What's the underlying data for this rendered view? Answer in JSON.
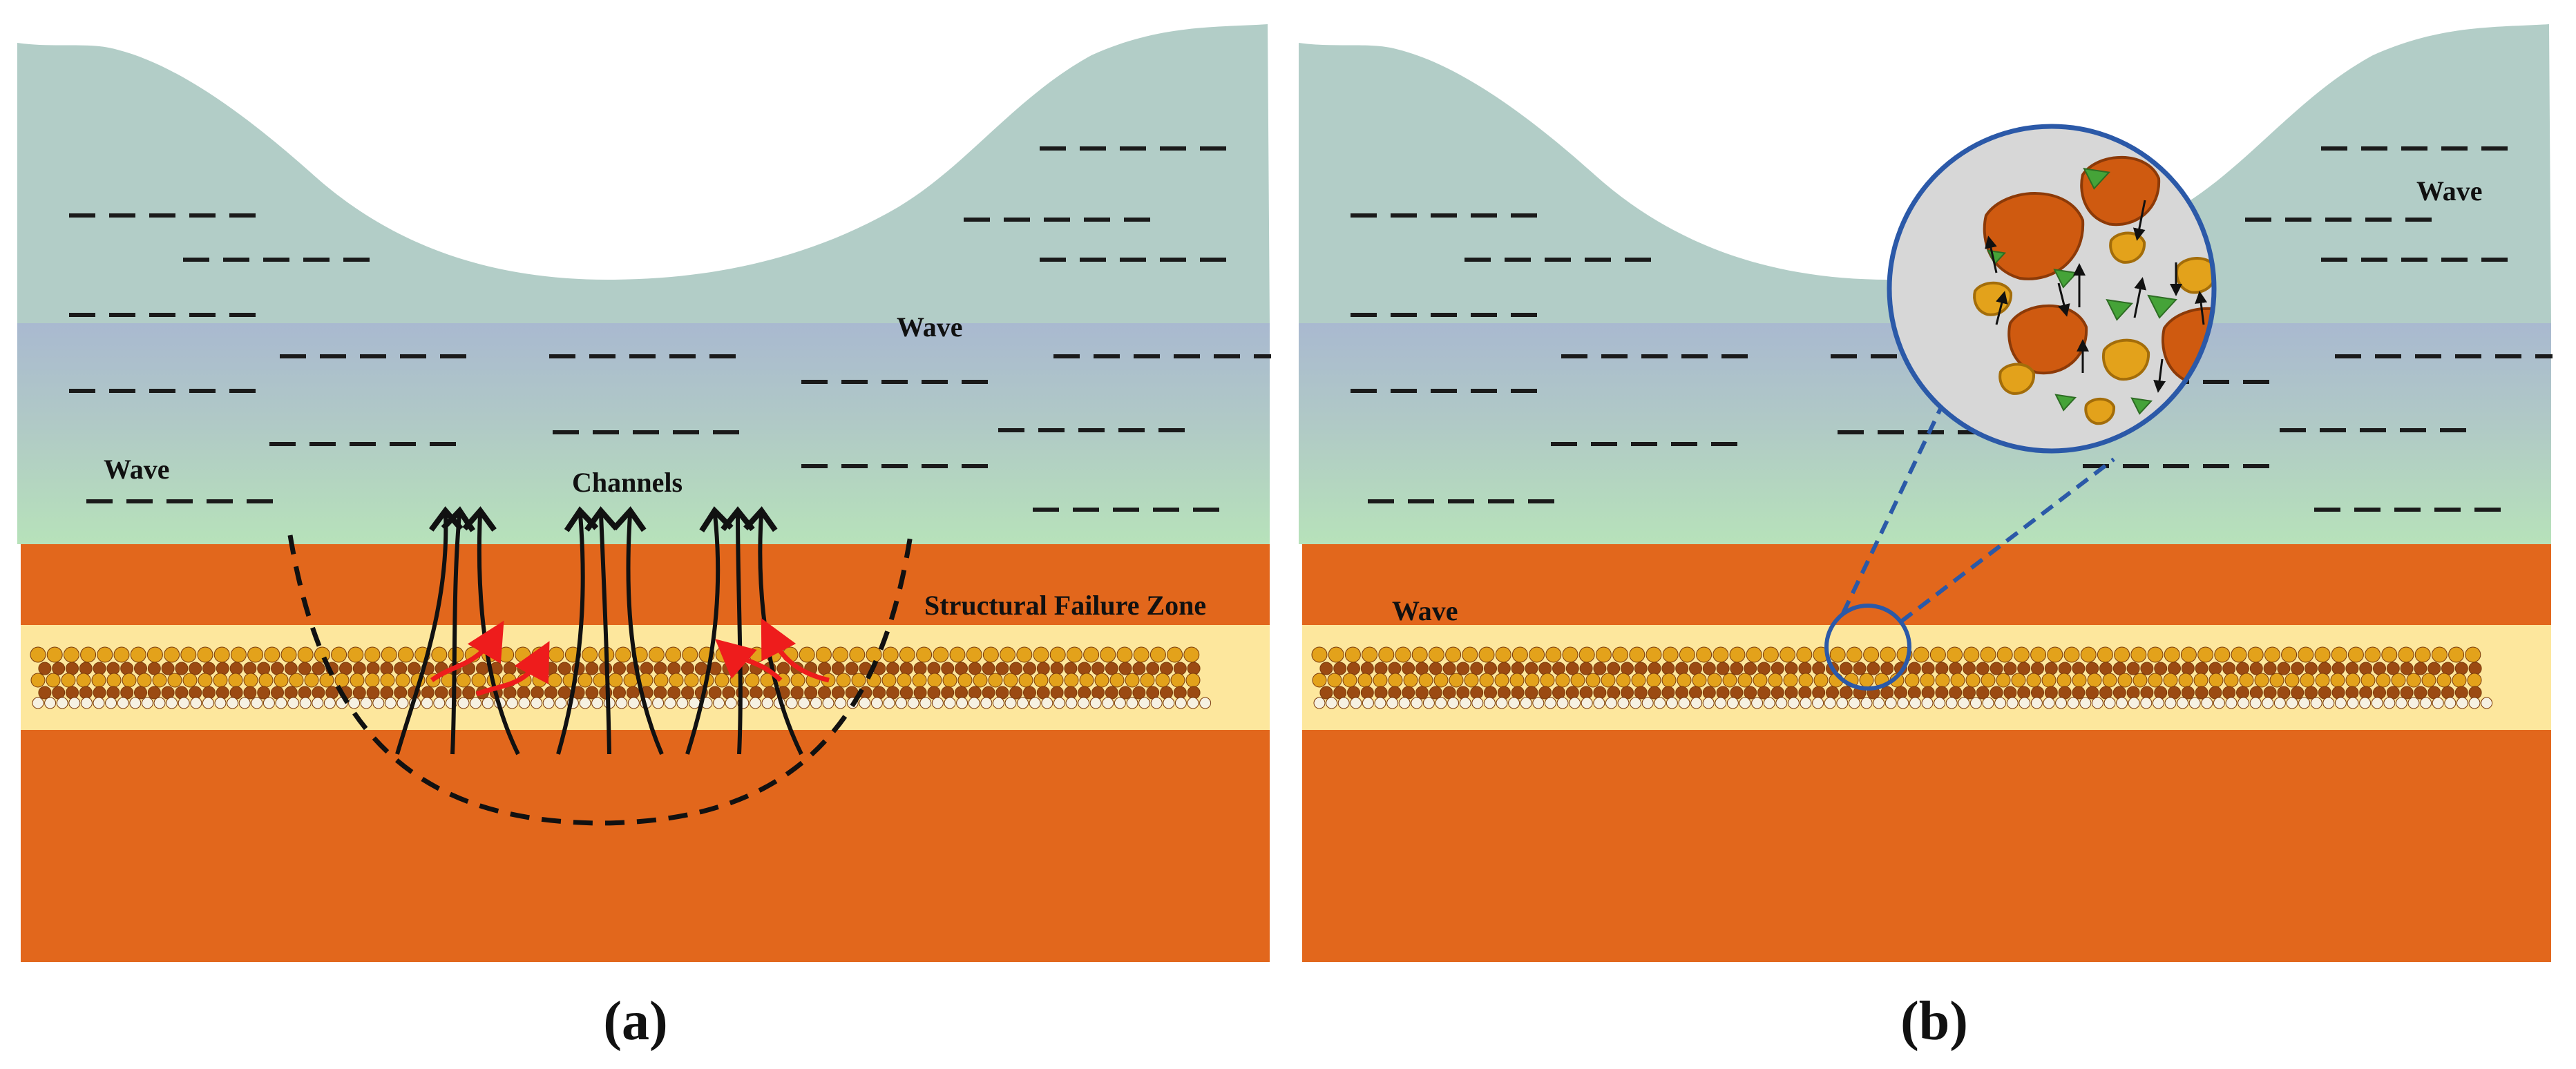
{
  "panels": [
    {
      "caption": "(a)",
      "labels": {
        "wave_upper": "Wave",
        "wave_left": "Wave",
        "channels": "Channels",
        "failure_zone": "Structural Failure Zone"
      }
    },
    {
      "caption": "(b)",
      "labels": {
        "wave_upper": "Wave",
        "wave_lower": "Wave"
      }
    }
  ],
  "colors": {
    "water_top": "#b2cdc7",
    "water_mid": "#a9b9d0",
    "water_bottom": "#b7e2ba",
    "seabed": "#e2671c",
    "particle_layer": "#fde79d",
    "particle_gold": "#e3a21b",
    "particle_brown": "#9b4a12",
    "particle_light": "#f6f1e2",
    "channel_arrow": "#111111",
    "flow_arrow_red": "#ee1c1c",
    "zoom_circle": "#2b59a8",
    "zoom_fill": "#d7d7d7",
    "fragment_orange": "#cf5a10",
    "fragment_yellow": "#e3a21b",
    "fragment_green": "#45a338"
  },
  "icons": [
    "channel-arrow-icon",
    "flow-arrow-icon",
    "zoom-circle-icon",
    "particle-fragment-icon"
  ]
}
